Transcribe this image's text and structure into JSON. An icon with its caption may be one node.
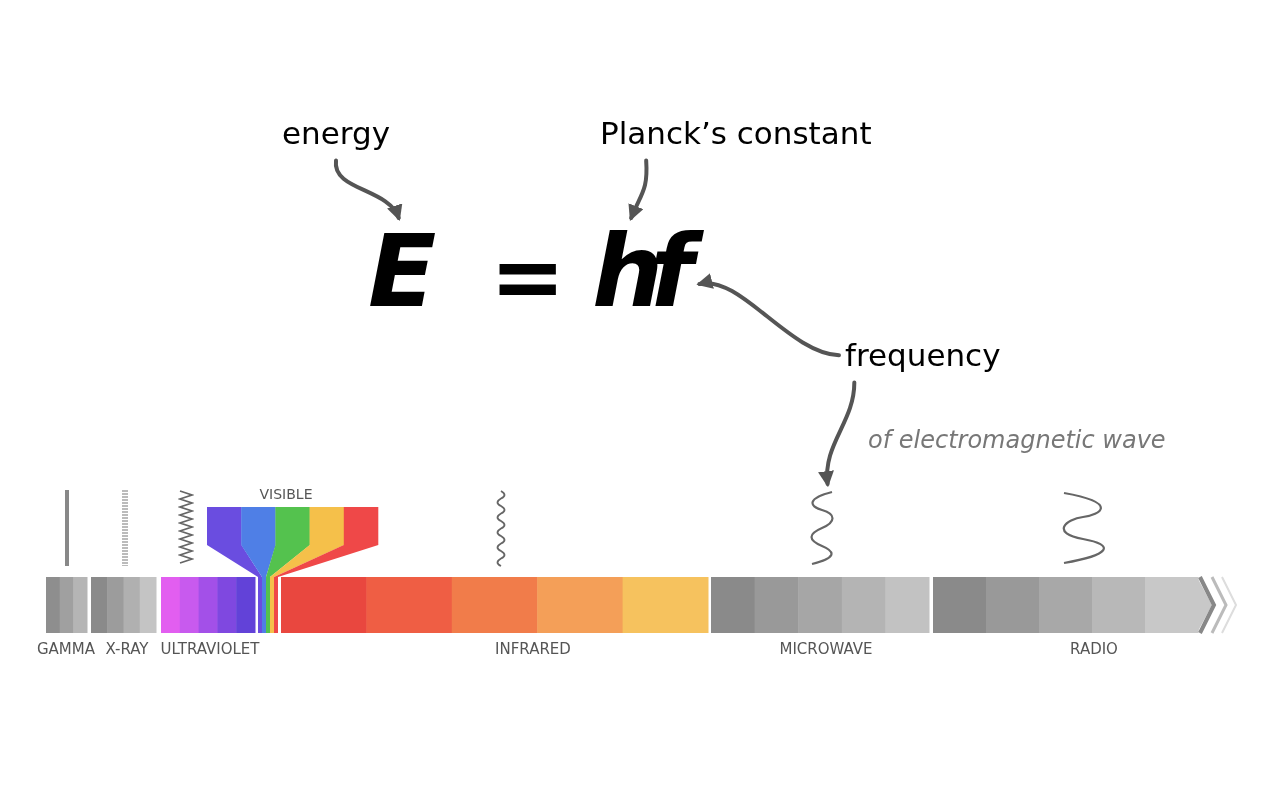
{
  "diagram": {
    "nodes": [
      {
        "text": [
          "energy"
        ]
      },
      {
        "text": [
          "Planck’s constant"
        ]
      },
      {
        "text": [
          "E"
        ]
      },
      {
        "text": [
          "h"
        ]
      },
      {
        "text": [
          "f"
        ]
      },
      {
        "text": [
          "frequency",
          "of electromagnetic wave"
        ]
      },
      {
        "text": [],
        "shape": "wave"
      }
    ],
    "edges": [
      {
        "from": 0,
        "to": 2,
        "arrow": "to"
      },
      {
        "from": 1,
        "to": 3,
        "arrow": "to"
      },
      {
        "from": 5,
        "to": 4,
        "arrow": "to"
      },
      {
        "from": 5,
        "to": 6,
        "arrow": "to"
      }
    ],
    "labels": [
      "=",
      "VISIBLE",
      "GAMMA",
      "X-RAY",
      "ULTRAVIOLET",
      "INFRARED",
      "MICROWAVE",
      "RADIO"
    ]
  }
}
